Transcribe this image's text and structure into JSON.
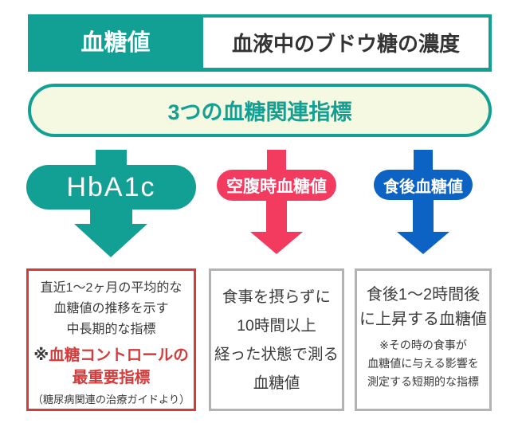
{
  "colors": {
    "teal": "#13A094",
    "pink": "#F23B5F",
    "blue": "#0D63C4",
    "red": "#D43C3C",
    "gray_border": "#B3B3B3",
    "cream": "#F5F9E1",
    "dark_text": "#3B3B3B"
  },
  "header": {
    "title": "血糖値",
    "definition": "血液中のブドウ糖の濃度"
  },
  "overview": {
    "label": "3つの血糖関連指標"
  },
  "columns": [
    {
      "id": "hba1c",
      "pill_label": "HbA1c",
      "accent_color": "#13A094",
      "box_border_color": "#D43C3C",
      "description_lines": [
        "直近1〜2ヶ月の平均的な",
        "血糖値の推移を示す",
        "中長期的な指標"
      ],
      "highlight_mark": "※",
      "highlight_lines": [
        "血糖コントロールの",
        "最重要指標"
      ],
      "note": "（糖尿病関連の治療ガイドより）"
    },
    {
      "id": "fasting-blood-glucose",
      "pill_label": "空腹時血糖値",
      "accent_color": "#F23B5F",
      "box_border_color": "#B3B3B3",
      "description_lines": [
        "食事を摂らずに",
        "10時間以上",
        "経った状態で測る",
        "血糖値"
      ]
    },
    {
      "id": "postprandial-blood-glucose",
      "pill_label": "食後血糖値",
      "accent_color": "#0D63C4",
      "box_border_color": "#B3B3B3",
      "description_lines": [
        "食後1〜2時間後",
        "に上昇する血糖値"
      ],
      "sub_lines": [
        "※その時の食事が",
        "血糖値に与える影響を",
        "測定する短期的な指標"
      ]
    }
  ]
}
